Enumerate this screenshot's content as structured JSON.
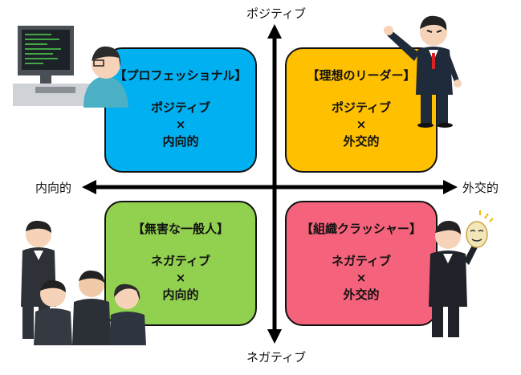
{
  "axes": {
    "top": "ポジティブ",
    "bottom": "ネガティブ",
    "left": "内向的",
    "right": "外交的"
  },
  "quadrants": {
    "top_left": {
      "title": "【プロフェッショナル】",
      "line1": "ポジティブ",
      "sep": "×",
      "line2": "内向的",
      "color": "#00b0f0"
    },
    "top_right": {
      "title": "【理想のリーダー】",
      "line1": "ポジティブ",
      "sep": "×",
      "line2": "外交的",
      "color": "#ffc000"
    },
    "bottom_left": {
      "title": "【無害な一般人】",
      "line1": "ネガティブ",
      "sep": "×",
      "line2": "内向的",
      "color": "#92d050"
    },
    "bottom_right": {
      "title": "【組織クラッシャー】",
      "line1": "ネガティブ",
      "sep": "×",
      "line2": "外交的",
      "color": "#f4637b"
    }
  },
  "illustrations": [
    "programmer-at-computer",
    "pointing-leader",
    "group-of-office-workers",
    "businessman-holding-mask"
  ]
}
